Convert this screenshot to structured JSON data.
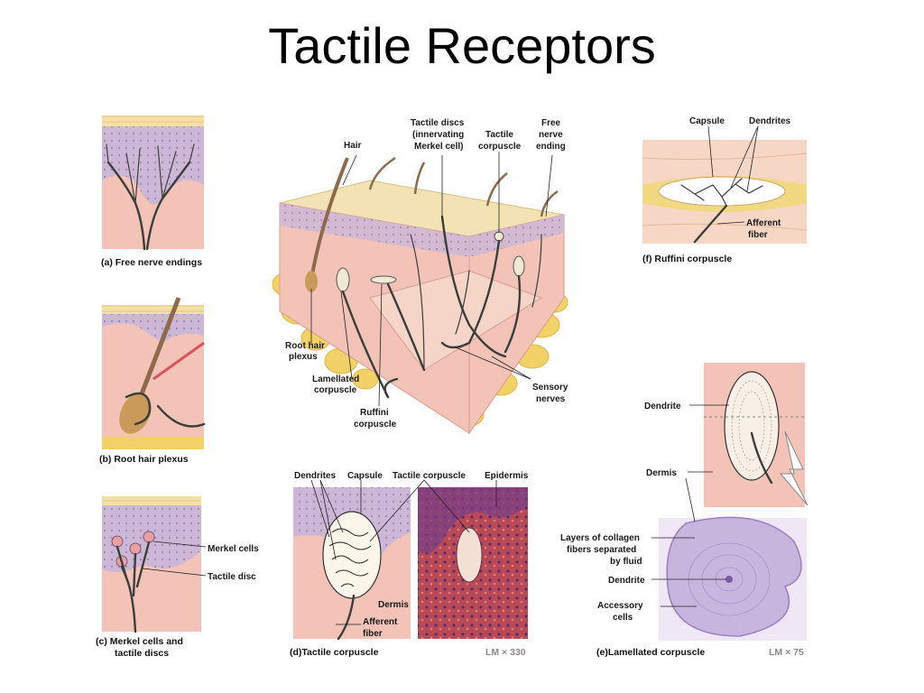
{
  "title": "Tactile Receptors",
  "panels": {
    "a": {
      "caption": "(a) Free nerve endings"
    },
    "b": {
      "caption": "(b) Root hair plexus"
    },
    "c": {
      "caption_line1": "(c) Merkel cells and",
      "caption_line2": "tactile discs",
      "labels": {
        "merkel_cells": "Merkel cells",
        "tactile_disc": "Tactile disc"
      }
    },
    "d": {
      "caption": "(d)Tactile corpuscle",
      "magnification": "LM × 330",
      "labels": {
        "dendrites": "Dendrites",
        "capsule": "Capsule",
        "tactile_corpuscle": "Tactile corpuscle",
        "epidermis": "Epidermis",
        "dermis": "Dermis",
        "afferent_fiber_1": "Afferent",
        "afferent_fiber_2": "fiber"
      }
    },
    "e": {
      "caption": "(e)Lamellated corpuscle",
      "magnification": "LM × 75",
      "labels": {
        "dendrite_top": "Dendrite",
        "dermis": "Dermis",
        "layers_1": "Layers of collagen",
        "layers_2": "fibers separated",
        "layers_3": "by fluid",
        "dendrite_bottom": "Dendrite",
        "accessory_1": "Accessory",
        "accessory_2": "cells"
      }
    },
    "f": {
      "caption": "(f) Ruffini corpuscle",
      "labels": {
        "capsule": "Capsule",
        "dendrites": "Dendrites",
        "afferent_1": "Afferent",
        "afferent_2": "fiber"
      }
    },
    "center": {
      "labels": {
        "hair": "Hair",
        "tactile_discs_1": "Tactile discs",
        "tactile_discs_2": "(innervating",
        "tactile_discs_3": "Merkel cell)",
        "tactile_corpuscle_1": "Tactile",
        "tactile_corpuscle_2": "corpuscle",
        "free_nerve_1": "Free",
        "free_nerve_2": "nerve",
        "free_nerve_3": "ending",
        "root_hair_1": "Root hair",
        "root_hair_2": "plexus",
        "lamellated_1": "Lamellated",
        "lamellated_2": "corpuscle",
        "ruffini_1": "Ruffini",
        "ruffini_2": "corpuscle",
        "sensory_1": "Sensory",
        "sensory_2": "nerves"
      }
    }
  },
  "colors": {
    "epidermis": "#f3e3b4",
    "dermis": "#f2c3b6",
    "epidermis_lilac": "#c9b4d2",
    "fat": "#f2d166",
    "nerve": "#3b3f3a",
    "stain_purple": "#7a3f86",
    "stain_red": "#c4423a",
    "lamellated_lilac": "#c8b5de"
  }
}
